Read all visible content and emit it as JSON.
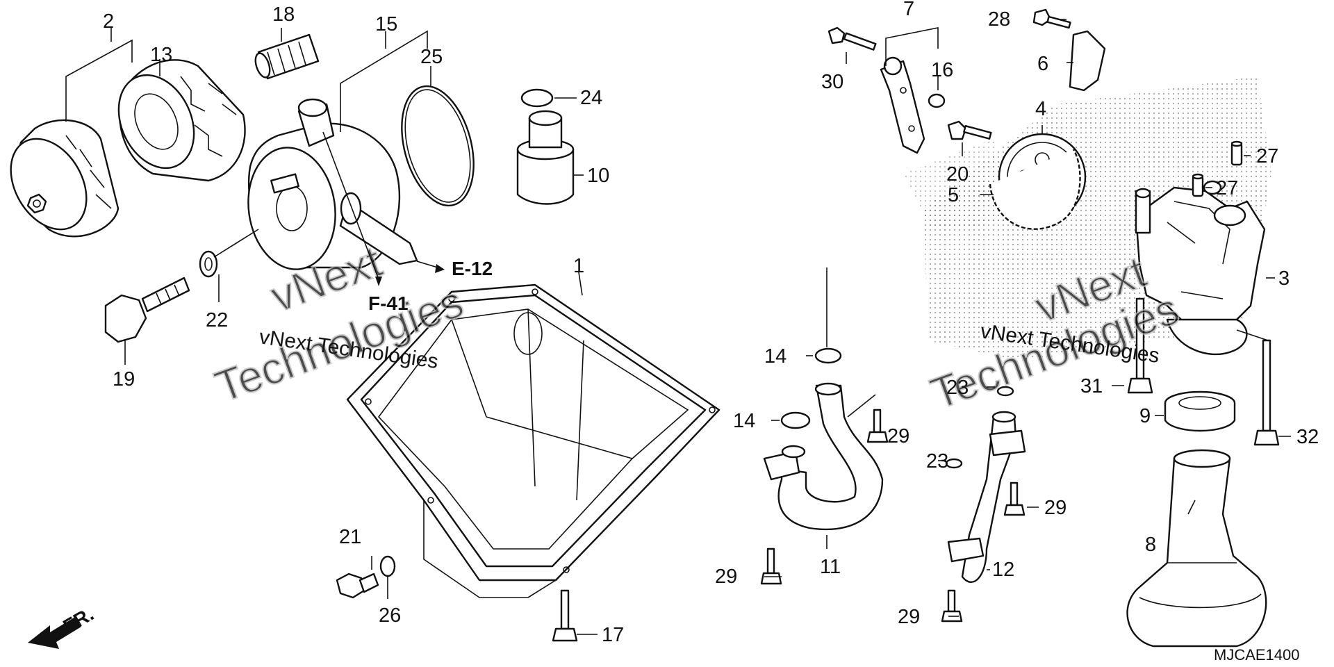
{
  "labels": {
    "p1": "1",
    "p2": "2",
    "p3": "3",
    "p4": "4",
    "p5": "5",
    "p6": "6",
    "p7": "7",
    "p8": "8",
    "p9": "9",
    "p10": "10",
    "p11": "11",
    "p12": "12",
    "p13": "13",
    "p14a": "14",
    "p14b": "14",
    "p15": "15",
    "p16": "16",
    "p17": "17",
    "p18": "18",
    "p19": "19",
    "p20": "20",
    "p21": "21",
    "p22": "22",
    "p23a": "23",
    "p23b": "23",
    "p24": "24",
    "p25": "25",
    "p26": "26",
    "p27a": "27",
    "p27b": "27",
    "p28": "28",
    "p29a": "29",
    "p29b": "29",
    "p29c": "29",
    "p29d": "29",
    "p30": "30",
    "p31": "31",
    "p32": "32"
  },
  "refs": {
    "e12": "E-12",
    "f41": "F-41"
  },
  "direction": "FR.",
  "diagram_code": "MJCAE1400",
  "watermark": {
    "name": "vNext Technologies",
    "big_top": "vNext",
    "big_bottom": "Technologies"
  }
}
